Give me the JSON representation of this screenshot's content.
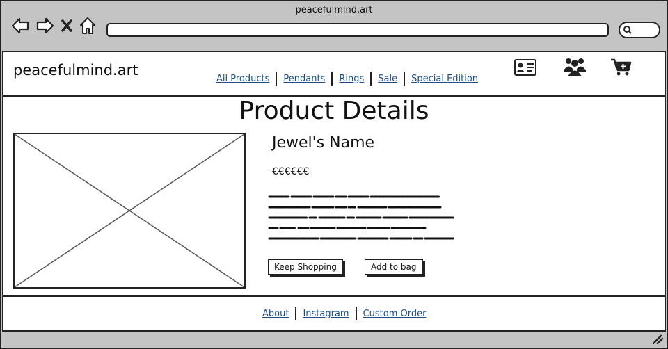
{
  "window": {
    "title": "peacefulmind.art"
  },
  "header": {
    "brand": "peacefulmind.art",
    "nav": [
      "All Products",
      "Pendants",
      "Rings",
      "Sale",
      "Special Edition"
    ],
    "icons": [
      "profile-card-icon",
      "users-icon",
      "add-to-cart-icon"
    ]
  },
  "product": {
    "heading": "Product Details",
    "name": "Jewel's Name",
    "price": "€€€€€€",
    "keep_shopping_label": "Keep Shopping",
    "add_to_bag_label": "Add to bag"
  },
  "footer": {
    "links": [
      "About",
      "Instagram",
      "Custom Order"
    ]
  }
}
